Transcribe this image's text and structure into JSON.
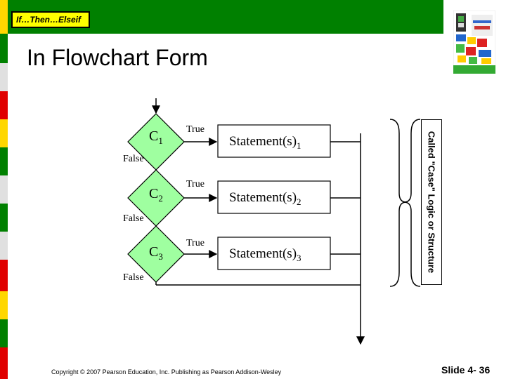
{
  "header": {
    "title": "If…Then…Elseif"
  },
  "heading": "In Flowchart Form",
  "flowchart": {
    "decisions": [
      {
        "label": "C",
        "sub": "1",
        "true_label": "True",
        "false_label": "False",
        "statement": "Statement(s)",
        "statement_sub": "1"
      },
      {
        "label": "C",
        "sub": "2",
        "true_label": "True",
        "false_label": "False",
        "statement": "Statement(s)",
        "statement_sub": "2"
      },
      {
        "label": "C",
        "sub": "3",
        "true_label": "True",
        "false_label": "False",
        "statement": "Statement(s)",
        "statement_sub": "3"
      }
    ],
    "side_label": "Called \"Case\" Logic or Structure"
  },
  "footer": {
    "copyright": "Copyright © 2007 Pearson Education, Inc. Publishing as Pearson Addison-Wesley",
    "slide": "Slide 4- 36"
  },
  "colors": {
    "header_bar": "#008000",
    "title_box": "#ffff00",
    "diamond_fill": "#9fffa0",
    "stripe": [
      "#ffd700",
      "#008000",
      "#e0e0e0",
      "#e00000",
      "#ffd700",
      "#008000",
      "#e0e0e0",
      "#008000",
      "#e0e0e0",
      "#e00000",
      "#ffd700",
      "#008000",
      "#e00000"
    ]
  }
}
